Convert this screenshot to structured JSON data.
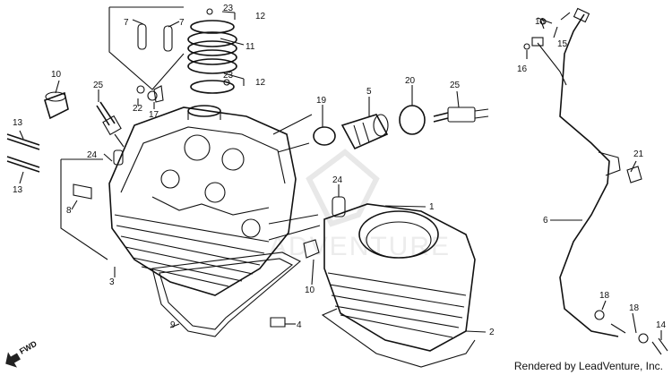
{
  "credit": "Rendered by LeadVenture, Inc.",
  "direction_label": "FWD",
  "callouts": [
    {
      "id": "c1",
      "text": "1"
    },
    {
      "id": "c2",
      "text": "2"
    },
    {
      "id": "c3",
      "text": "3"
    },
    {
      "id": "c4",
      "text": "4"
    },
    {
      "id": "c5",
      "text": "5"
    },
    {
      "id": "c6",
      "text": "6"
    },
    {
      "id": "c7a",
      "text": "7"
    },
    {
      "id": "c7b",
      "text": "7"
    },
    {
      "id": "c8",
      "text": "8"
    },
    {
      "id": "c9",
      "text": "9"
    },
    {
      "id": "c10a",
      "text": "10"
    },
    {
      "id": "c10b",
      "text": "10"
    },
    {
      "id": "c11",
      "text": "11"
    },
    {
      "id": "c12a",
      "text": "12"
    },
    {
      "id": "c12b",
      "text": "12"
    },
    {
      "id": "c13a",
      "text": "13"
    },
    {
      "id": "c13b",
      "text": "13"
    },
    {
      "id": "c14",
      "text": "14"
    },
    {
      "id": "c15",
      "text": "15"
    },
    {
      "id": "c16a",
      "text": "16"
    },
    {
      "id": "c16b",
      "text": "16"
    },
    {
      "id": "c17",
      "text": "17"
    },
    {
      "id": "c18a",
      "text": "18"
    },
    {
      "id": "c18b",
      "text": "18"
    },
    {
      "id": "c19",
      "text": "19"
    },
    {
      "id": "c20",
      "text": "20"
    },
    {
      "id": "c21",
      "text": "21"
    },
    {
      "id": "c22",
      "text": "22"
    },
    {
      "id": "c23a",
      "text": "23"
    },
    {
      "id": "c23b",
      "text": "23"
    },
    {
      "id": "c24a",
      "text": "24"
    },
    {
      "id": "c24b",
      "text": "24"
    },
    {
      "id": "c25a",
      "text": "25"
    },
    {
      "id": "c25b",
      "text": "25"
    }
  ]
}
